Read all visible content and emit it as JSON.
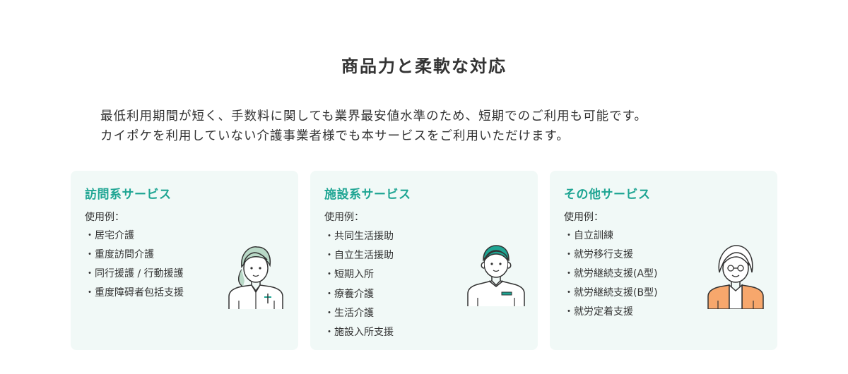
{
  "heading": "商品力と柔軟な対応",
  "intro": {
    "line1": "最低利用期間が短く、手数料に関しても業界最安値水準のため、短期でのご利用も可能です。",
    "line2": "カイポケを利用していない介護事業者様でも本サービスをご利用いただけます。"
  },
  "cards": [
    {
      "title": "訪問系サービス",
      "subtitle": "使用例：",
      "items": [
        "居宅介護",
        "重度訪問介護",
        "同行援護 / 行動援護",
        "重度障碍者包括支援"
      ],
      "illustration": "female-caregiver-icon"
    },
    {
      "title": "施設系サービス",
      "subtitle": "使用例：",
      "items": [
        "共同生活援助",
        "自立生活援助",
        "短期入所",
        "療養介護",
        "生活介護",
        "施設入所支援"
      ],
      "illustration": "male-staff-icon"
    },
    {
      "title": "その他サービス",
      "subtitle": "使用例：",
      "items": [
        "自立訓練",
        "就労移行支援",
        "就労継続支援(A型)",
        "就労継続支援(B型)",
        "就労定着支援"
      ],
      "illustration": "elderly-woman-icon"
    }
  ],
  "colors": {
    "accent": "#1ea593",
    "card_bg": "#f1f9f7",
    "text": "#333333",
    "hair_green": "#1ea593",
    "skin": "#ffffff",
    "cardigan": "#f7a76c"
  }
}
